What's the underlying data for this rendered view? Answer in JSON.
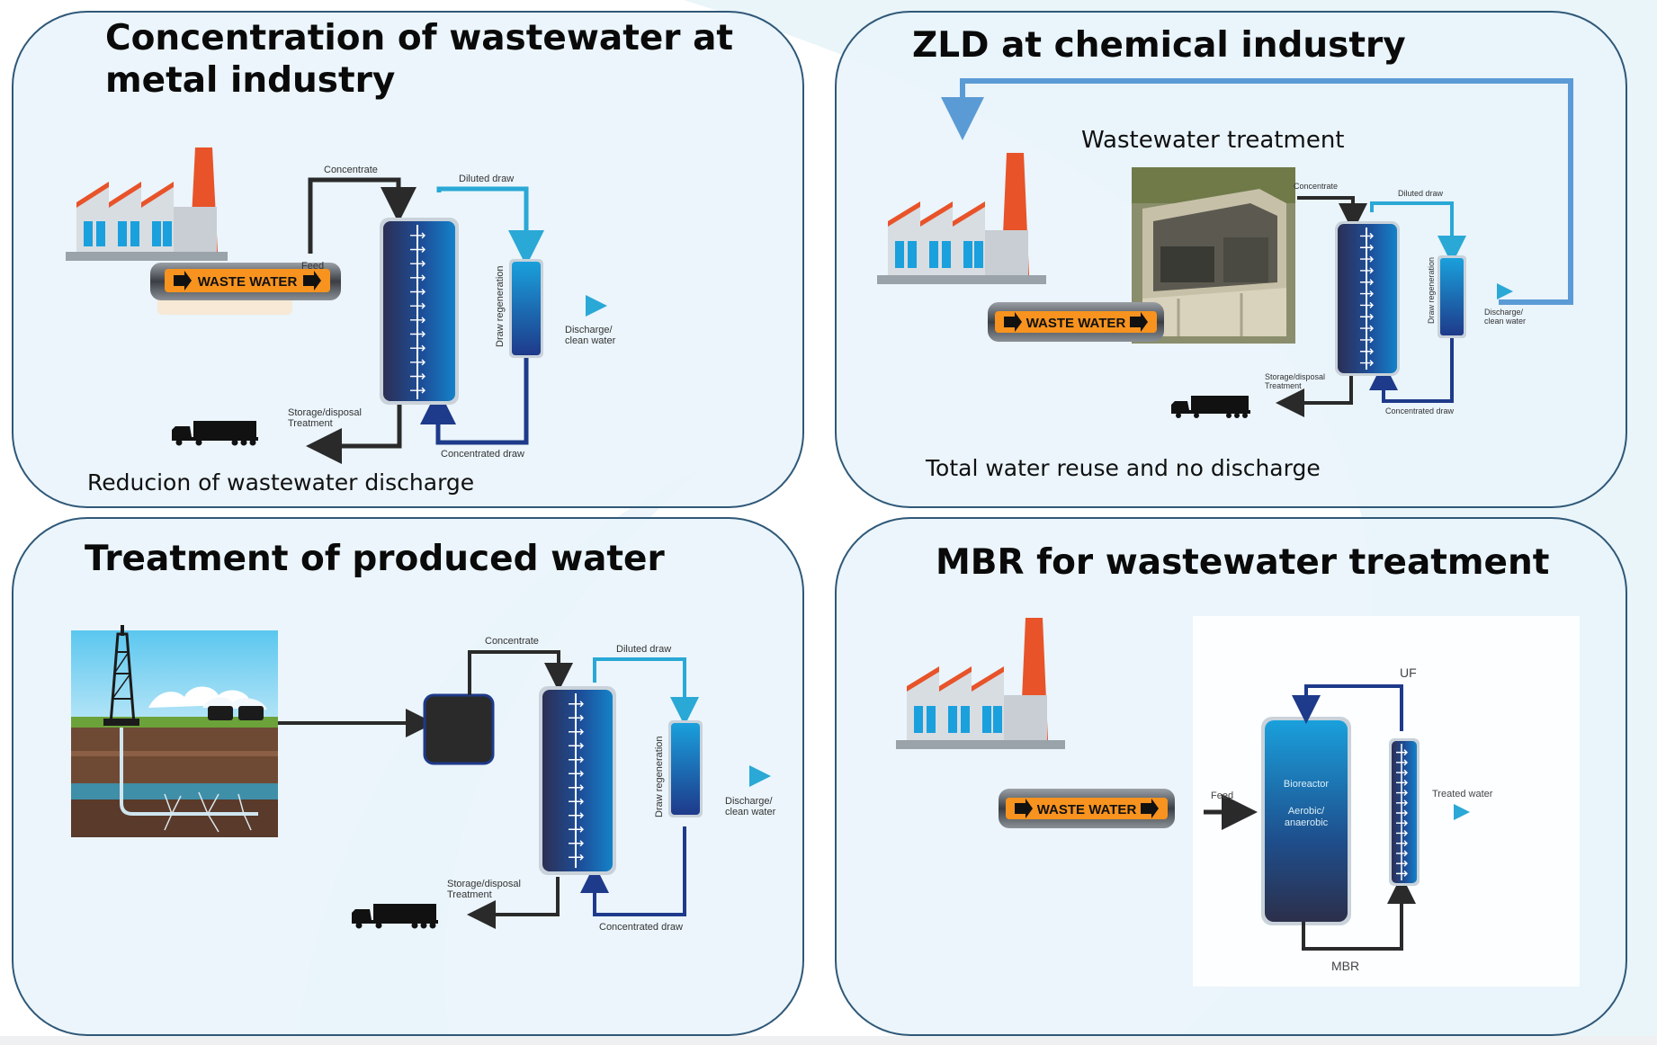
{
  "panels": {
    "metal": {
      "title": "Concentration of wastewater at metal industry",
      "caption": "Reducion of wastewater discharge",
      "pipe_label": "WASTE WATER",
      "labels": {
        "concentrate": "Concentrate",
        "diluted_draw": "Diluted draw",
        "feed": "Feed",
        "draw_regeneration": "Draw regeneration",
        "discharge_1": "Discharge/",
        "discharge_2": "clean water",
        "storage_1": "Storage/disposal",
        "storage_2": "Treatment",
        "concentrated_draw": "Concentrated draw"
      }
    },
    "zld": {
      "title": "ZLD at chemical industry",
      "subtitle": "Wastewater treatment",
      "caption": "Total water reuse and no discharge",
      "pipe_label": "WASTE WATER",
      "labels": {
        "concentrate": "Concentrate",
        "diluted_draw": "Diluted draw",
        "draw_regeneration": "Draw regeneration",
        "discharge_1": "Discharge/",
        "discharge_2": "clean water",
        "storage_1": "Storage/disposal",
        "storage_2": "Treatment",
        "concentrated_draw": "Concentrated draw"
      }
    },
    "produced": {
      "title": "Treatment of produced water",
      "labels": {
        "concentrate": "Concentrate",
        "diluted_draw": "Diluted draw",
        "draw_regeneration": "Draw regeneration",
        "discharge_1": "Discharge/",
        "discharge_2": "clean water",
        "storage_1": "Storage/disposal",
        "storage_2": "Treatment",
        "concentrated_draw": "Concentrated draw"
      }
    },
    "mbr": {
      "title": "MBR for wastewater treatment",
      "pipe_label": "WASTE WATER",
      "labels": {
        "feed": "Feed",
        "uf": "UF",
        "bioreactor": "Bioreactor",
        "aerobic_1": "Aerobic/",
        "aerobic_2": "anaerobic",
        "treated_water": "Treated water",
        "mbr": "MBR"
      }
    }
  },
  "colors": {
    "panel_border": "#2f5878",
    "panel_fill": "#e8f4fb",
    "arrow_dark": "#2a2a2a",
    "arrow_cyan": "#2aa8d6",
    "arrow_navy": "#1e3a8a",
    "factory_red": "#e8532a",
    "pipe_orange": "#f7931e"
  }
}
